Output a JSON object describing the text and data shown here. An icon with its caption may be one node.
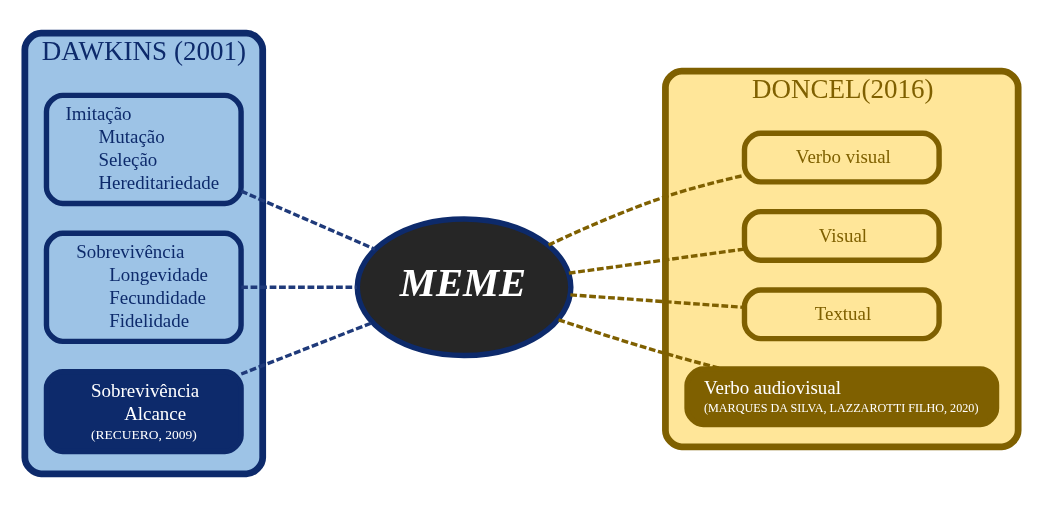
{
  "diagram": {
    "nodes": [
      {
        "text": [
          "DAWKINS (2001)"
        ]
      },
      {
        "text": [
          "Imitação",
          "Mutação",
          "Seleção",
          "Hereditariedade"
        ],
        "in": 0
      },
      {
        "text": [
          "Sobrevivência",
          "Longevidade",
          "Fecundidade",
          "Fidelidade"
        ],
        "in": 0
      },
      {
        "text": [
          "Sobrevivência",
          "Alcance",
          "(RECUERO, 2009)"
        ],
        "in": 0
      },
      {
        "text": [
          "MEME"
        ]
      },
      {
        "text": [
          "DONCEL(2016)"
        ]
      },
      {
        "text": [
          "Verbo visual"
        ],
        "in": 5
      },
      {
        "text": [
          "Visual"
        ],
        "in": 5
      },
      {
        "text": [
          "Textual"
        ],
        "in": 5
      },
      {
        "text": [
          "Verbo audiovisual",
          "(MARQUES DA SILVA, LAZZAROTTI FILHO, 2020)"
        ],
        "in": 5
      }
    ],
    "edges": [
      {
        "from": 1,
        "to": 4,
        "arrow": "none",
        "style": "dashed",
        "color": "#1f3a7a"
      },
      {
        "from": 2,
        "to": 4,
        "arrow": "none",
        "style": "dashed",
        "color": "#1f3a7a"
      },
      {
        "from": 3,
        "to": 4,
        "arrow": "none",
        "style": "dashed",
        "color": "#1f3a7a"
      },
      {
        "from": 4,
        "to": 6,
        "arrow": "none",
        "style": "dashed",
        "color": "#7f6000"
      },
      {
        "from": 4,
        "to": 7,
        "arrow": "none",
        "style": "dashed",
        "color": "#7f6000"
      },
      {
        "from": 4,
        "to": 8,
        "arrow": "none",
        "style": "dashed",
        "color": "#7f6000"
      },
      {
        "from": 4,
        "to": 9,
        "arrow": "none",
        "style": "dashed",
        "color": "#7f6000"
      }
    ]
  }
}
